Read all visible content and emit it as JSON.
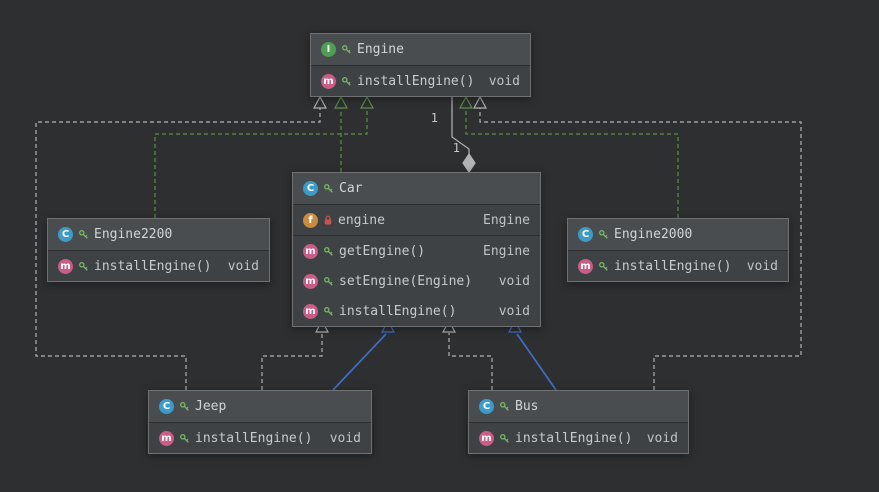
{
  "palette": {
    "background": "#2d2f31",
    "realization": "#5c9144",
    "generalization": "#3f6fc6",
    "dependency": "#b1b3b5",
    "association": "#b1b3b5",
    "text": "#c6c8ca",
    "node_body": "#3f4244",
    "node_header": "#4a4d4f",
    "node_border": "#6f7173",
    "icon_interface": "#4f9e53",
    "icon_class": "#3d9bc8",
    "icon_method": "#c95d85",
    "icon_field": "#c98b3d",
    "icon_key": "#77b767",
    "icon_lock": "#c75450"
  },
  "classes": {
    "engine": {
      "kind": "interface",
      "name": "Engine",
      "members": [
        {
          "label": "installEngine()",
          "type": "void"
        }
      ]
    },
    "engine2200": {
      "kind": "class",
      "name": "Engine2200",
      "members": [
        {
          "label": "installEngine()",
          "type": "void"
        }
      ]
    },
    "engine2000": {
      "kind": "class",
      "name": "Engine2000",
      "members": [
        {
          "label": "installEngine()",
          "type": "void"
        }
      ]
    },
    "car": {
      "kind": "class",
      "name": "Car",
      "fields": [
        {
          "label": "engine",
          "type": "Engine"
        }
      ],
      "methods": [
        {
          "label": "getEngine()",
          "type": "Engine"
        },
        {
          "label": "setEngine(Engine)",
          "type": "void"
        },
        {
          "label": "installEngine()",
          "type": "void"
        }
      ]
    },
    "jeep": {
      "kind": "class",
      "name": "Jeep",
      "members": [
        {
          "label": "installEngine()",
          "type": "void"
        }
      ]
    },
    "bus": {
      "kind": "class",
      "name": "Bus",
      "members": [
        {
          "label": "installEngine()",
          "type": "void"
        }
      ]
    }
  },
  "edges": {
    "labels": {
      "engine_end": "1",
      "car_end": "1"
    }
  }
}
